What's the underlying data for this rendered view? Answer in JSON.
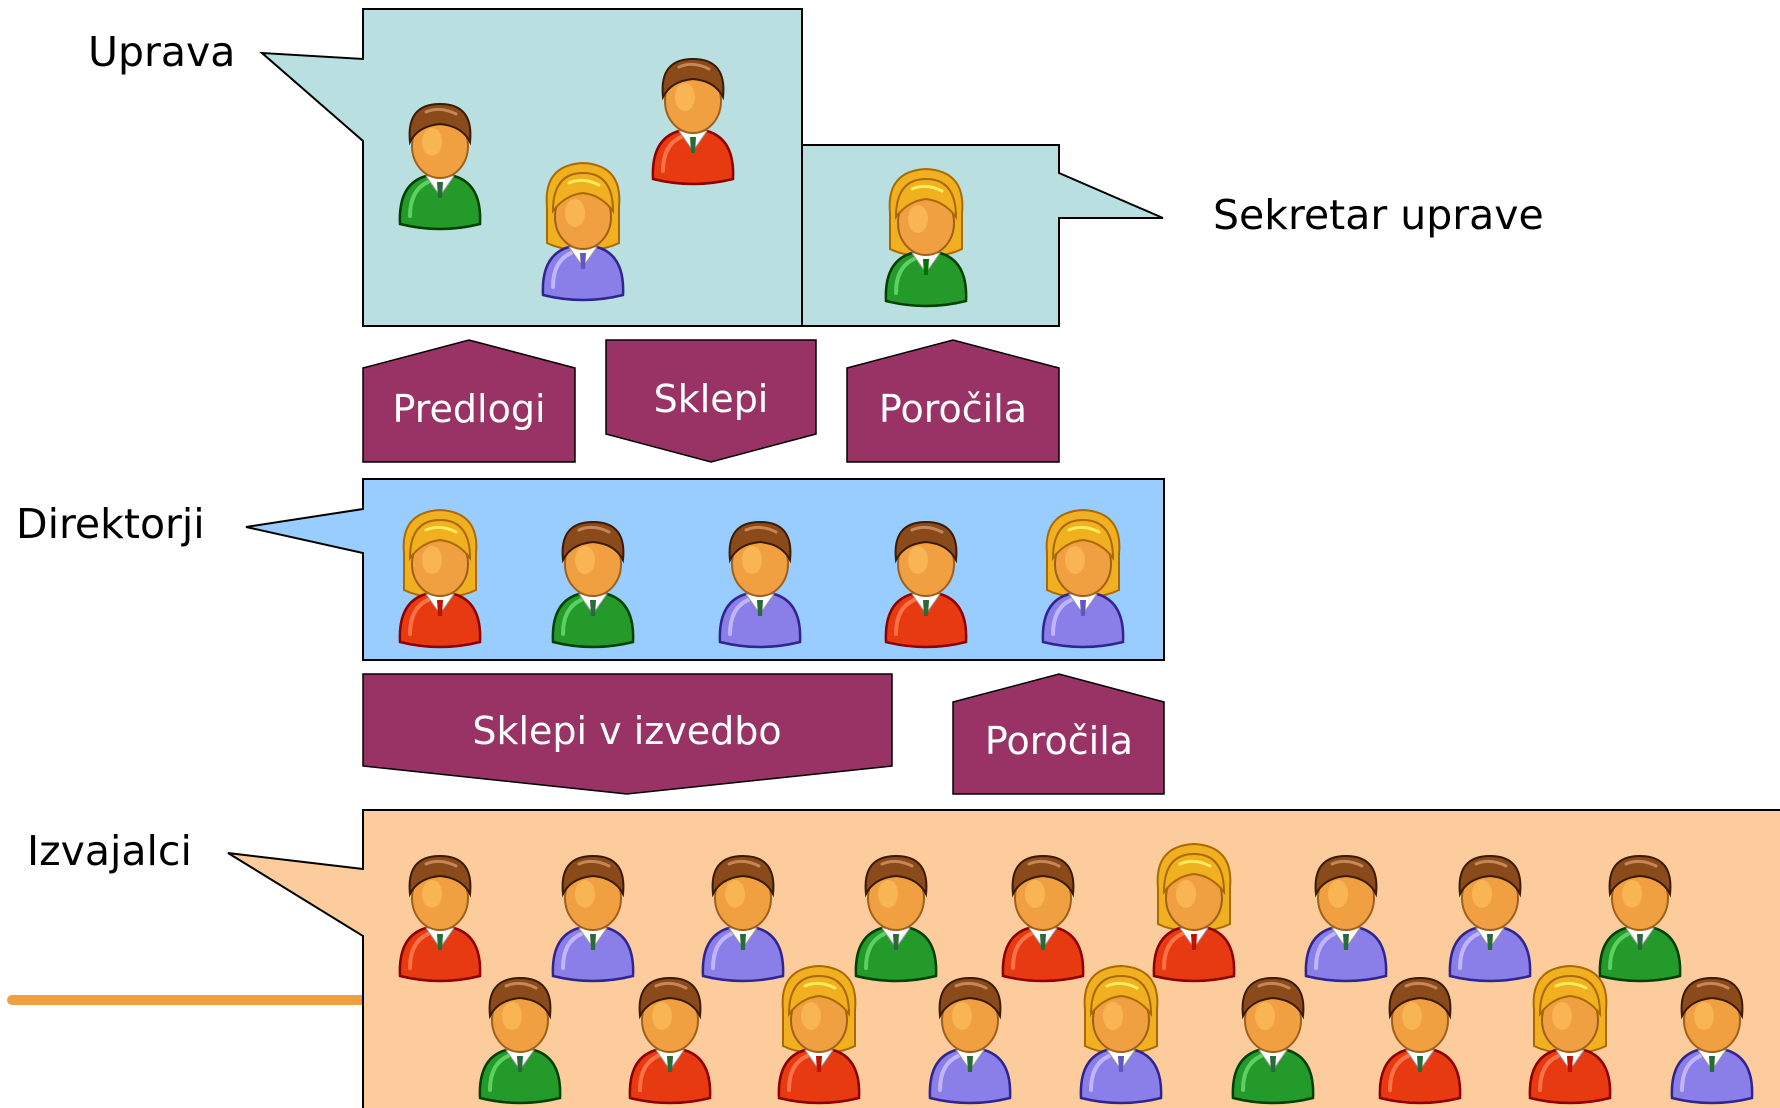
{
  "colors": {
    "uprava_fill": "#b9dfe0",
    "direktorji_fill": "#99ccff",
    "izvajalci_fill": "#fccc9c",
    "arrow_fill": "#993366",
    "outline": "#000000",
    "skin": "#f0a040",
    "hair_brown": "#8a4a1a",
    "hair_blonde": "#f0b020",
    "suit_red": "#e83a10",
    "suit_green": "#249a2a",
    "suit_purple": "#8a7ee8",
    "orange_rule": "#f0a040"
  },
  "groups": {
    "uprava": {
      "label": "Uprava",
      "people": [
        {
          "hair": "brown",
          "suit": "green"
        },
        {
          "hair": "blonde",
          "suit": "purple"
        },
        {
          "hair": "brown",
          "suit": "red"
        }
      ]
    },
    "sekretar": {
      "label": "Sekretar uprave",
      "people": [
        {
          "hair": "blonde",
          "suit": "green"
        }
      ]
    },
    "direktorji": {
      "label": "Direktorji",
      "people": [
        {
          "hair": "blonde",
          "suit": "red"
        },
        {
          "hair": "brown",
          "suit": "green"
        },
        {
          "hair": "brown",
          "suit": "purple"
        },
        {
          "hair": "brown",
          "suit": "red"
        },
        {
          "hair": "blonde",
          "suit": "purple"
        }
      ]
    },
    "izvajalci": {
      "label": "Izvajalci",
      "people": [
        {
          "hair": "brown",
          "suit": "red"
        },
        {
          "hair": "brown",
          "suit": "purple"
        },
        {
          "hair": "brown",
          "suit": "purple"
        },
        {
          "hair": "brown",
          "suit": "green"
        },
        {
          "hair": "brown",
          "suit": "red"
        },
        {
          "hair": "blonde",
          "suit": "red"
        },
        {
          "hair": "brown",
          "suit": "purple"
        },
        {
          "hair": "brown",
          "suit": "purple"
        },
        {
          "hair": "brown",
          "suit": "green"
        },
        {
          "hair": "brown",
          "suit": "green"
        },
        {
          "hair": "brown",
          "suit": "red"
        },
        {
          "hair": "blonde",
          "suit": "red"
        },
        {
          "hair": "brown",
          "suit": "purple"
        },
        {
          "hair": "blonde",
          "suit": "purple"
        },
        {
          "hair": "brown",
          "suit": "green"
        },
        {
          "hair": "brown",
          "suit": "red"
        },
        {
          "hair": "blonde",
          "suit": "red"
        },
        {
          "hair": "brown",
          "suit": "purple"
        }
      ]
    }
  },
  "arrows": {
    "predlogi": {
      "label": "Predlogi",
      "direction": "up"
    },
    "sklepi": {
      "label": "Sklepi",
      "direction": "down"
    },
    "porocila_top": {
      "label": "Poročila",
      "direction": "up"
    },
    "sklepi_v_izvedbo": {
      "label": "Sklepi v izvedbo",
      "direction": "down"
    },
    "porocila_bottom": {
      "label": "Poročila",
      "direction": "up"
    }
  }
}
